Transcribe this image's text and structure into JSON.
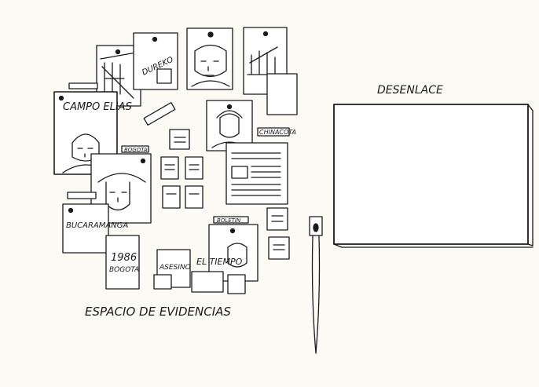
{
  "labels": {
    "campo_elias": "CAMPO ELIAS",
    "dureko": "DUREKO",
    "bucaramanga": "BUCARAMANGA",
    "year_city_1": "1986",
    "year_city_2": "BOGOTA",
    "asesino": "ASESINO",
    "el_tiempo": "EL TIEMPO",
    "chinacota": "CHINACOTA",
    "bogota_tag": "BOGOTA",
    "boletin": "BOLETIN",
    "evidence_caption": "ESPACIO DE EVIDENCIAS",
    "outcome_title": "DESENLACE"
  },
  "colors": {
    "paper": "#fbfaf5",
    "ink": "#1a1a1a",
    "note": "#e8e6dc"
  }
}
